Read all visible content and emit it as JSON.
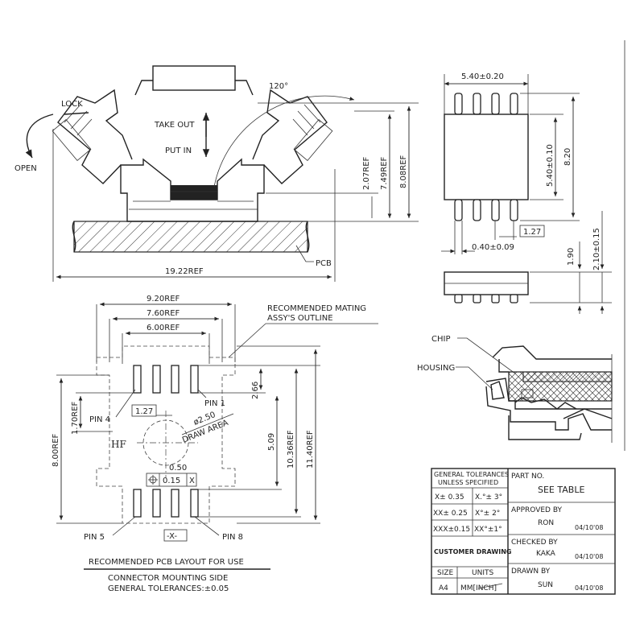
{
  "side_view": {
    "lock": "LOCK",
    "open": "OPEN",
    "take_out": "TAKE OUT",
    "put_in": "PUT IN",
    "angle": "120°",
    "pcb": "PCB",
    "dim_width": "19.22REF",
    "dim_h1": "2.07REF",
    "dim_h2": "7.49REF",
    "dim_h3": "8.08REF"
  },
  "chip_view": {
    "dim_width": "5.40±0.20",
    "dim_body": "5.40±0.10",
    "dim_total": "8.20",
    "dim_pitch": "1.27",
    "dim_lead": "0.40±0.09",
    "dim_height": "1.90",
    "dim_thickness": "2.10±0.15"
  },
  "pcb_layout": {
    "dim_920": "9.20REF",
    "dim_760": "7.60REF",
    "dim_600": "6.00REF",
    "mating_line1": "RECOMMENDED MATING",
    "mating_line2": "ASSY'S OUTLINE",
    "dim_266": "2.66",
    "pin1": "PIN 1",
    "pin4": "PIN 4",
    "pin5": "PIN 5",
    "pin8": "PIN 8",
    "dim_127": "1.27",
    "dim_250": "ø2.50",
    "draw_area": "DRAW AREA",
    "dim_170": "1.70REF",
    "dim_800": "8.00REF",
    "dim_509": "5.09",
    "dim_1036": "10.36REF",
    "dim_1140": "11.40REF",
    "hf": "HF",
    "dim_050": "0.50",
    "tol_frame": "0.15",
    "tol_datum": "X",
    "datum_x": "-X-",
    "caption": "RECOMMENDED PCB LAYOUT FOR USE",
    "sub1": "CONNECTOR MOUNTING SIDE",
    "sub2": "GENERAL TOLERANCES:±0.05"
  },
  "section_view": {
    "chip": "CHIP",
    "housing": "HOUSING"
  },
  "title_block": {
    "general_tol_1": "GENERAL TOLERANCES",
    "general_tol_2": "UNLESS SPECIFIED",
    "tol_x": "X± 0.35",
    "tol_xx": "XX± 0.25",
    "tol_xxx": "XXX±0.15",
    "tol_ang1": "X.°± 3°",
    "tol_ang2": "X°± 2°",
    "tol_ang3": "XX°±1°",
    "customer": "CUSTOMER DRAWING",
    "size_label": "SIZE",
    "units_label": "UNITS",
    "size_value": "A4",
    "units_value": "MM[INCH]",
    "part_no_label": "PART NO.",
    "part_no_value": "SEE TABLE",
    "approved_label": "APPROVED BY",
    "approved_name": "RON",
    "approved_date": "04/10'08",
    "checked_label": "CHECKED BY",
    "checked_name": "KAKA",
    "checked_date": "04/10'08",
    "drawn_label": "DRAWN BY",
    "drawn_name": "SUN",
    "drawn_date": "04/10'08"
  }
}
